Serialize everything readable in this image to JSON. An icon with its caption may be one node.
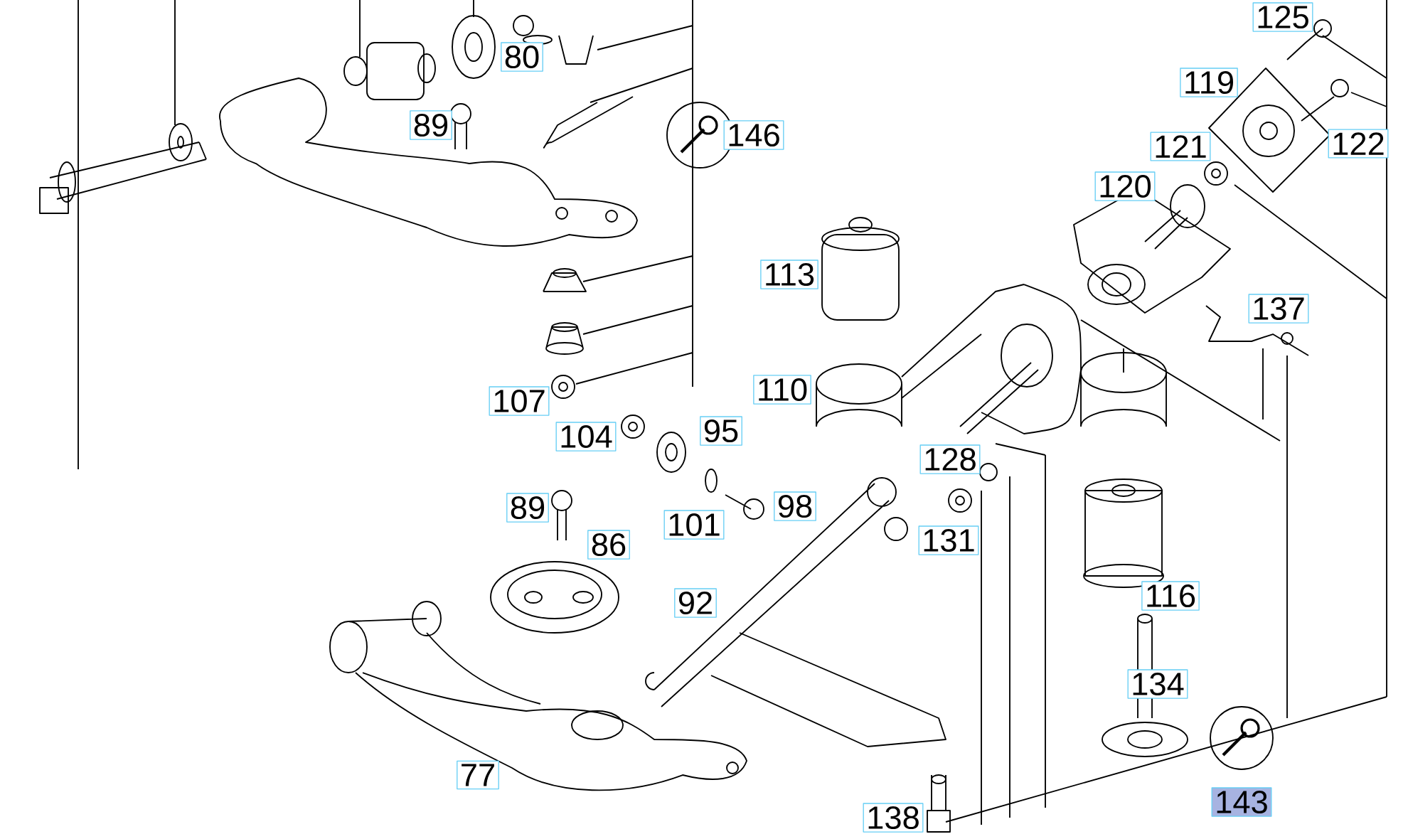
{
  "diagram": {
    "labels": [
      "125",
      "80",
      "119",
      "89",
      "146",
      "122",
      "121",
      "120",
      "113",
      "137",
      "110",
      "107",
      "95",
      "104",
      "128",
      "98",
      "89",
      "101",
      "131",
      "86",
      "116",
      "92",
      "134",
      "77",
      "143",
      "138"
    ]
  }
}
